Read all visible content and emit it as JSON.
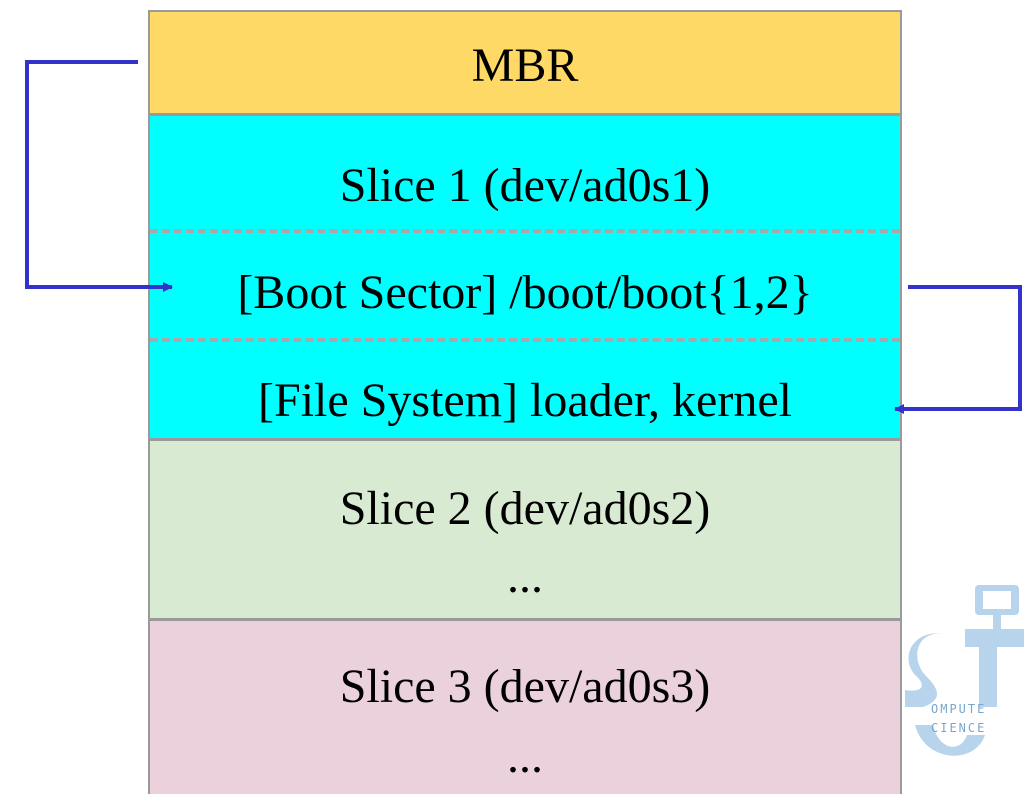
{
  "diagram": {
    "mbr_label": "MBR",
    "slice1_label": "Slice 1 (dev/ad0s1)",
    "boot_sector_label": "[Boot Sector] /boot/boot{1,2}",
    "file_system_label": "[File System] loader, kernel",
    "slice2_label": "Slice 2 (dev/ad0s2)",
    "slice2_more": "...",
    "slice3_label": "Slice 3 (dev/ad0s3)",
    "slice3_more": "..."
  },
  "logo": {
    "line1": "OMPUTE",
    "line2": "CIENCE"
  },
  "colors": {
    "mbr": "#ffd966",
    "slice1": "#00ffff",
    "slice2": "#d9ead3",
    "slice3": "#ead1dc",
    "arrow": "#3333cc",
    "border": "#9a9a9a"
  }
}
